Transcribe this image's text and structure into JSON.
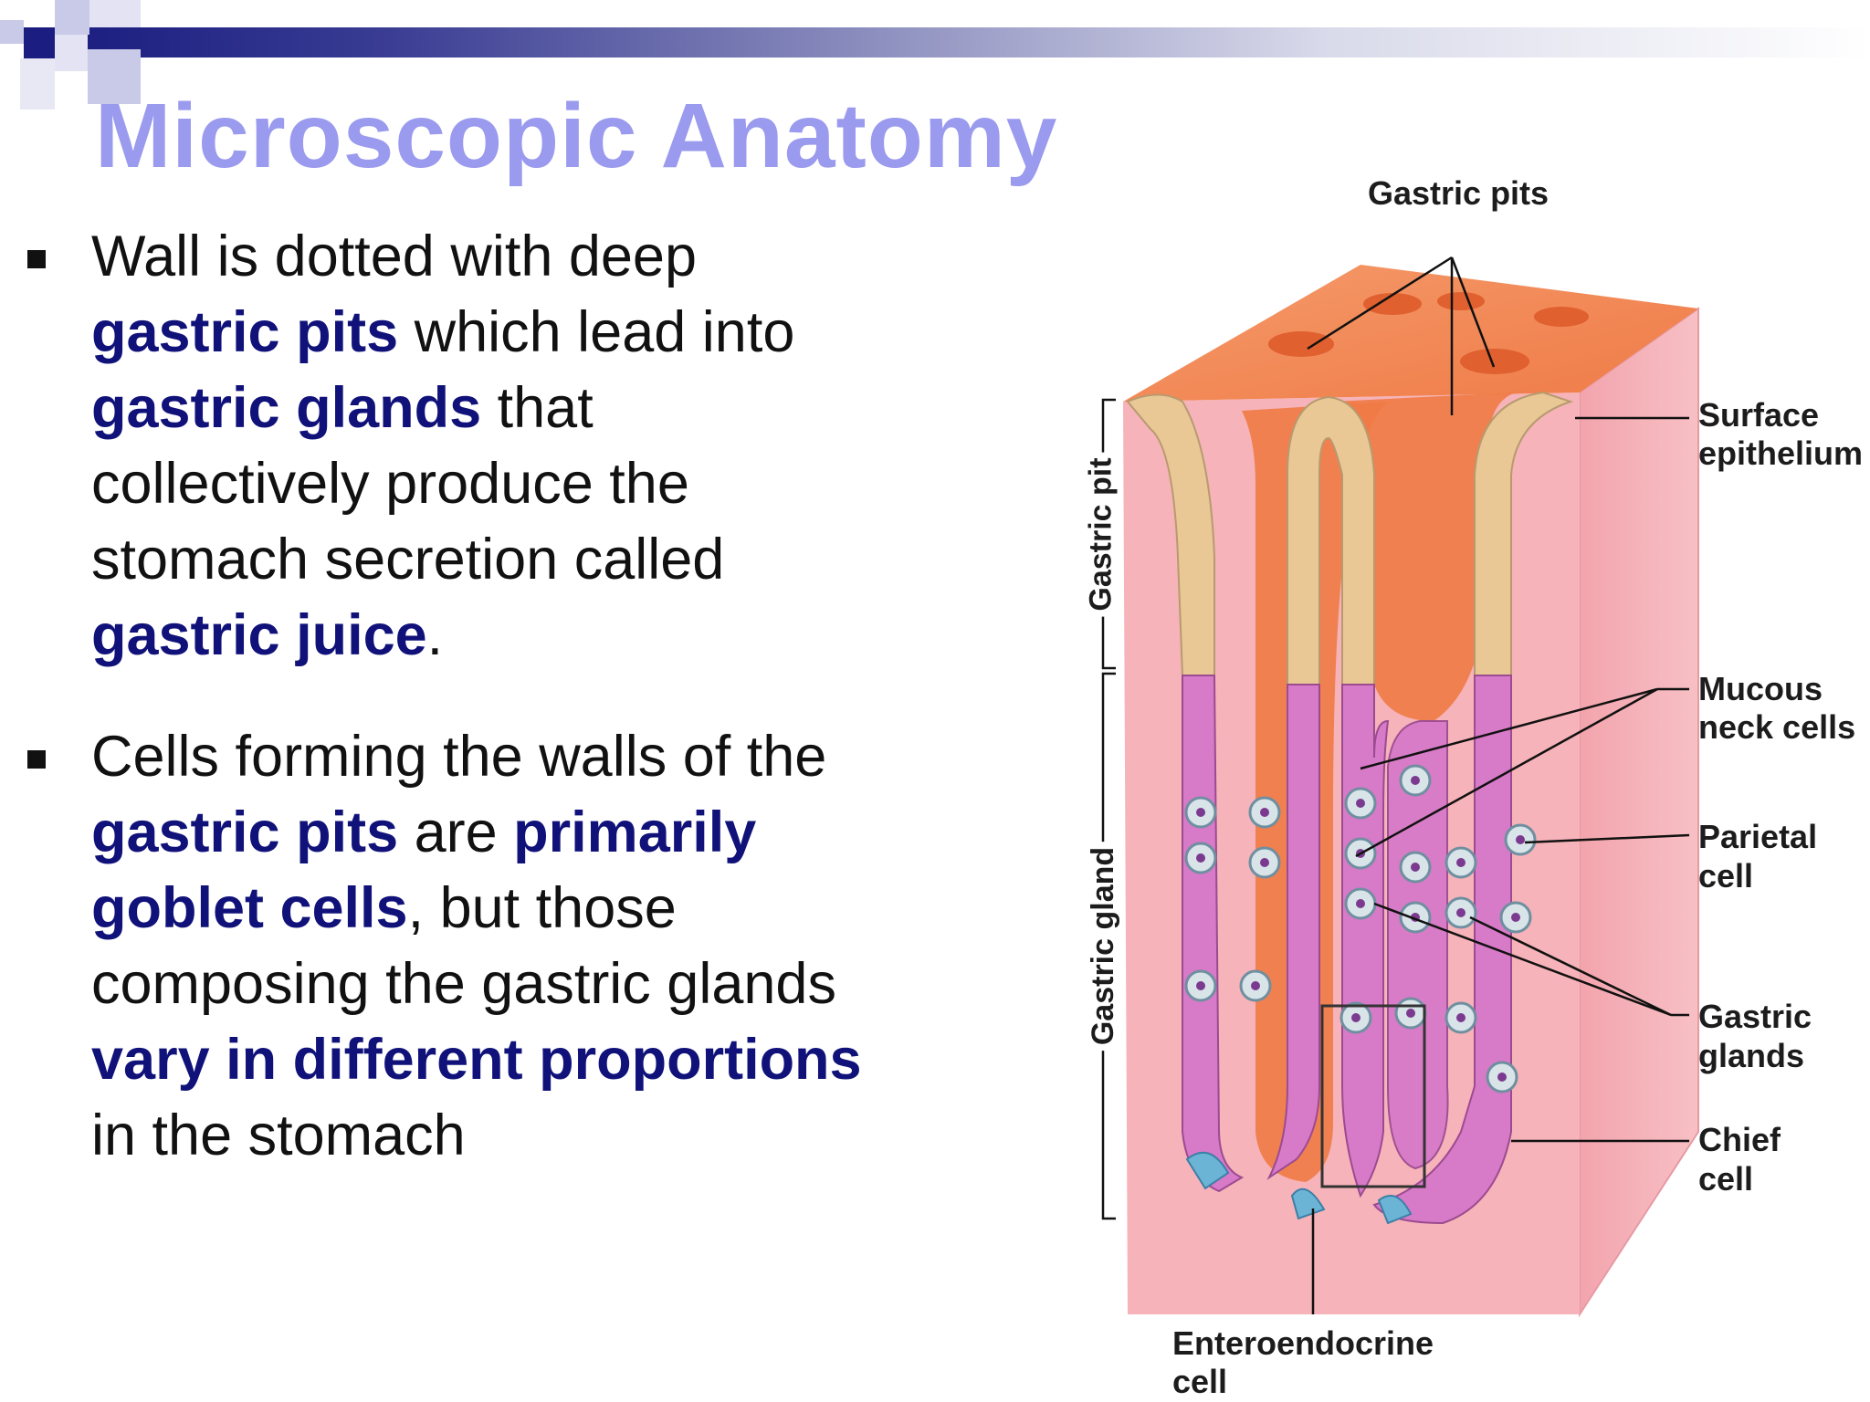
{
  "slide": {
    "title": "Microscopic Anatomy",
    "bullets": [
      {
        "segments": [
          {
            "text": "Wall is dotted with deep ",
            "emphasis": false
          },
          {
            "text": "gastric pits",
            "emphasis": true
          },
          {
            "text": " which lead into ",
            "emphasis": false
          },
          {
            "text": "gastric glands",
            "emphasis": true
          },
          {
            "text": " that collectively produce the stomach secretion called ",
            "emphasis": false
          },
          {
            "text": "gastric juice",
            "emphasis": true
          },
          {
            "text": ".",
            "emphasis": false
          }
        ]
      },
      {
        "segments": [
          {
            "text": "Cells forming the walls of the ",
            "emphasis": false
          },
          {
            "text": "gastric pits",
            "emphasis": true
          },
          {
            "text": " are ",
            "emphasis": false
          },
          {
            "text": "primarily goblet cells",
            "emphasis": true
          },
          {
            "text": ", but those composing the gastric glands ",
            "emphasis": false
          },
          {
            "text": "vary in different proportions",
            "emphasis": true
          },
          {
            "text": " in the stomach",
            "emphasis": false
          }
        ]
      }
    ]
  },
  "figure": {
    "labels": {
      "gastric_pits": "Gastric pits",
      "surface_epithelium_1": "Surface",
      "surface_epithelium_2": "epithelium",
      "mucous_neck_1": "Mucous",
      "mucous_neck_2": "neck cells",
      "parietal_1": "Parietal",
      "parietal_2": "cell",
      "gastric_glands_1": "Gastric",
      "gastric_glands_2": "glands",
      "chief_1": "Chief",
      "chief_2": "cell",
      "enteroendocrine_1": "Enteroendocrine",
      "enteroendocrine_2": "cell",
      "gastric_pit_bracket": "Gastric pit",
      "gastric_gland_bracket": "Gastric gland"
    }
  },
  "colors": {
    "title": "#9a9aee",
    "emphasis": "#10127a",
    "tissue_pink": "#f2a7b0",
    "surface_orange": "#f07a45",
    "epithelium_tan": "#e9c896",
    "gland_magenta": "#d77ac8"
  }
}
